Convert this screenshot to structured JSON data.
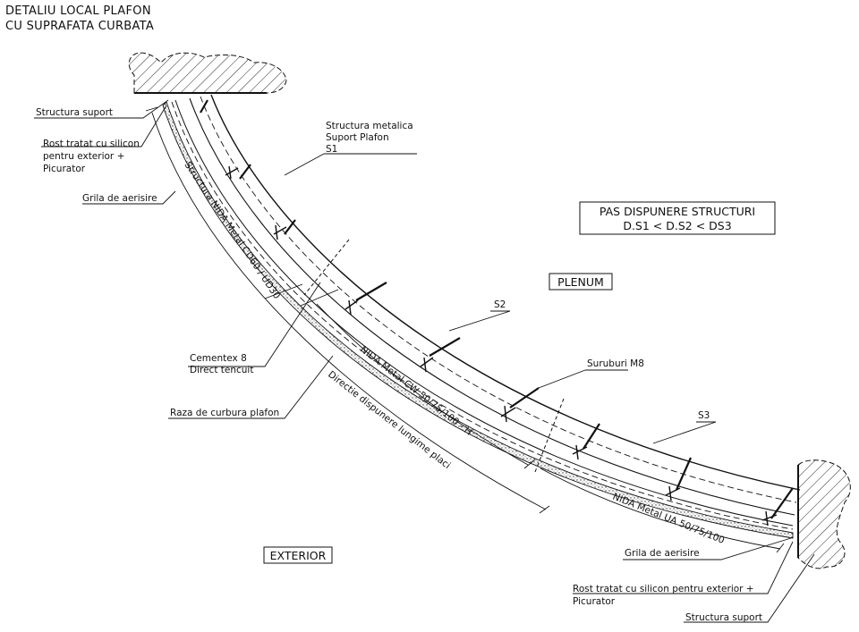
{
  "title": {
    "line1": "DETALIU LOCAL PLAFON",
    "line2": "CU SUPRAFATA CURBATA"
  },
  "labels": {
    "structura_suport_top": "Structura suport",
    "rost_top_1": "Rost tratat cu silicon",
    "rost_top_2": "pentru exterior +",
    "rost_top_3": "Picurator",
    "grila_top": "Grila de aerisire",
    "struct_metalica_1": "Structura metalica",
    "struct_metalica_2": "Suport Plafon",
    "s1": "S1",
    "s2": "S2",
    "s3": "S3",
    "cementex_1": "Cementex 8",
    "cementex_2": "Direct tencuit",
    "raza": "Raza de curbura plafon",
    "suruburi": "Suruburi M8",
    "grila_bottom": "Grila de aerisire",
    "rost_bottom_1": "Rost tratat cu silicon pentru exterior +",
    "rost_bottom_2": "Picurator",
    "structura_suport_bottom": "Structura suport",
    "plenum": "PLENUM",
    "exterior": "EXTERIOR",
    "pas_1": "PAS DISPUNERE STRUCTURI",
    "pas_2": "D.S1 < D.S2 < DS3"
  },
  "along_curve": {
    "cd60": "Structura NIDA Metal CD60 / UD30",
    "cw": "NIDA Metal CW 50/75/100 - H",
    "directie": "Directie dispunere lungime placi",
    "ua": "NIDA Metal UA 50/75/100"
  }
}
